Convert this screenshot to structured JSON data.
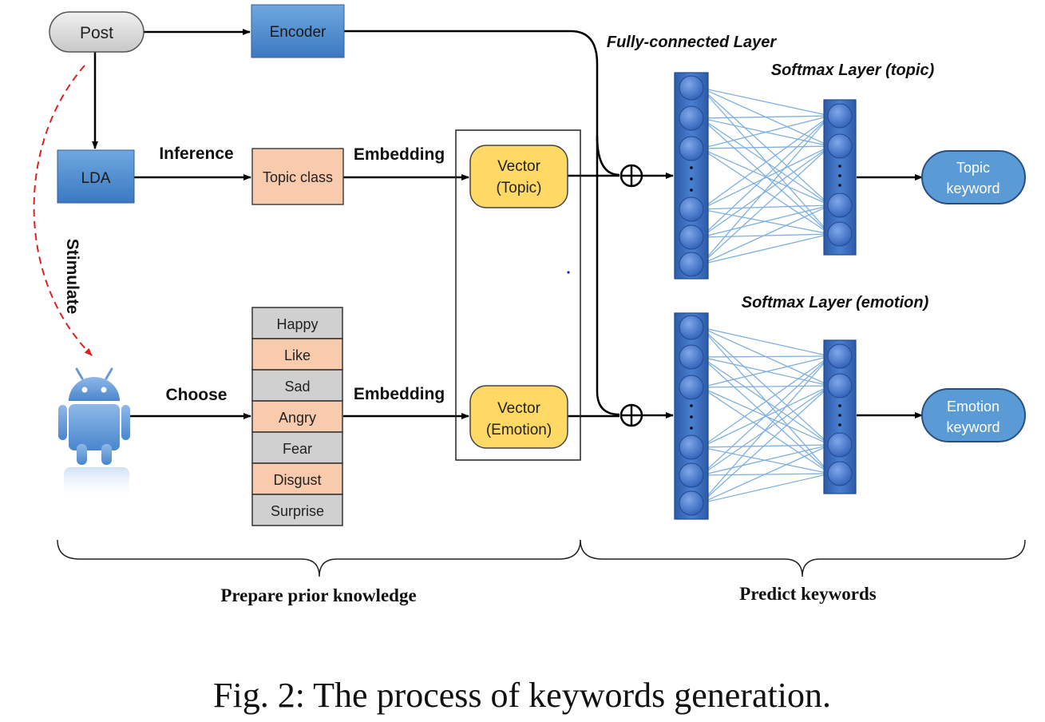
{
  "nodes": {
    "post": "Post",
    "encoder": "Encoder",
    "lda": "LDA",
    "topic_class": "Topic class",
    "vector_topic": [
      "Vector",
      "(Topic)"
    ],
    "vector_emotion": [
      "Vector",
      "(Emotion)"
    ],
    "topic_keyword": [
      "Topic",
      "keyword"
    ],
    "emotion_keyword": [
      "Emotion",
      "keyword"
    ]
  },
  "edge_labels": {
    "inference": "Inference",
    "embedding_topic": "Embedding",
    "choose": "Choose",
    "embedding_emotion": "Embedding",
    "stimulate": "Stimulate"
  },
  "emotions": [
    "Happy",
    "Like",
    "Sad",
    "Angry",
    "Fear",
    "Disgust",
    "Surprise"
  ],
  "layer_labels": {
    "fully_connected": "Fully-connected Layer",
    "softmax_topic": "Softmax Layer (topic)",
    "softmax_emotion": "Softmax Layer (emotion)"
  },
  "sections": {
    "prepare": "Prepare prior knowledge",
    "predict": "Predict keywords"
  },
  "caption": "Fig. 2: The process of keywords generation.",
  "icons": {
    "robot": "android-robot-icon",
    "plus": "circled-plus-icon"
  },
  "colors": {
    "blue_box": "#4f8fd0",
    "peach": "#f8cbad",
    "gray": "#d0d0d0",
    "yellow": "#ffd966",
    "keyword_fill": "#5b9bd5",
    "neuron": "#3a6fc4",
    "layer": "#2f5fb0",
    "fc_lines": "#7fb0e0",
    "stimulate": "#e02020"
  }
}
